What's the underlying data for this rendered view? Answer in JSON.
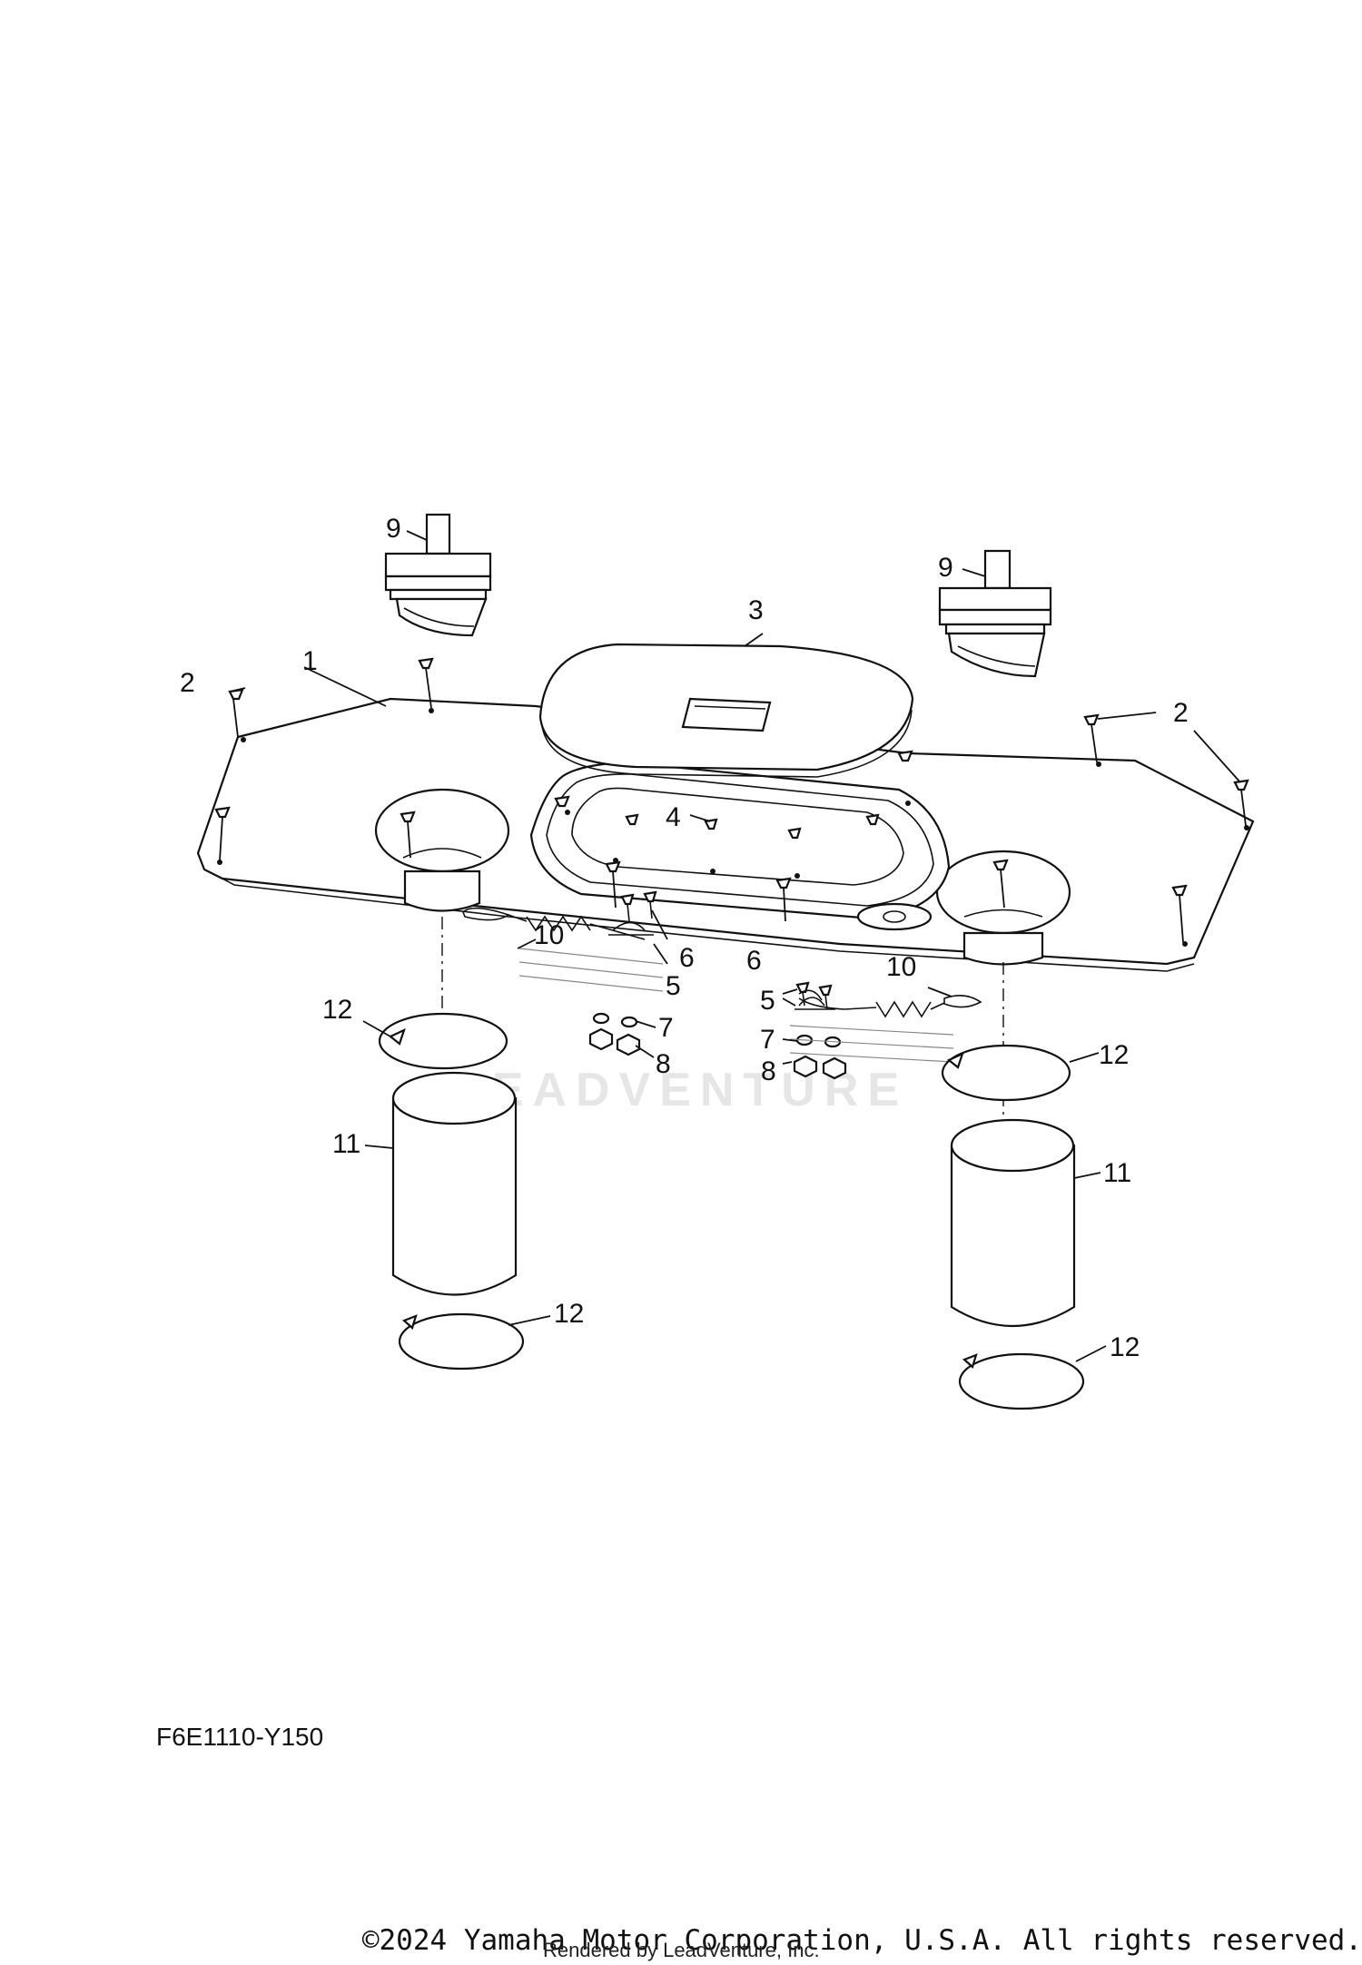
{
  "diagram_code": "F6E1110-Y150",
  "copyright": "©2024 Yamaha Motor Corporation, U.S.A. All rights reserved.",
  "rendered_by": "Rendered by LeadVenture, Inc.",
  "watermark": "LEADVENTURE",
  "callouts": {
    "c1": "1",
    "c2a": "2",
    "c2b": "2",
    "c3": "3",
    "c4": "4",
    "c5a": "5",
    "c5b": "5",
    "c6a": "6",
    "c6b": "6",
    "c7a": "7",
    "c7b": "7",
    "c8a": "8",
    "c8b": "8",
    "c9a": "9",
    "c9b": "9",
    "c10a": "10",
    "c10b": "10",
    "c11a": "11",
    "c11b": "11",
    "c12a": "12",
    "c12b": "12",
    "c12c": "12",
    "c12d": "12"
  }
}
